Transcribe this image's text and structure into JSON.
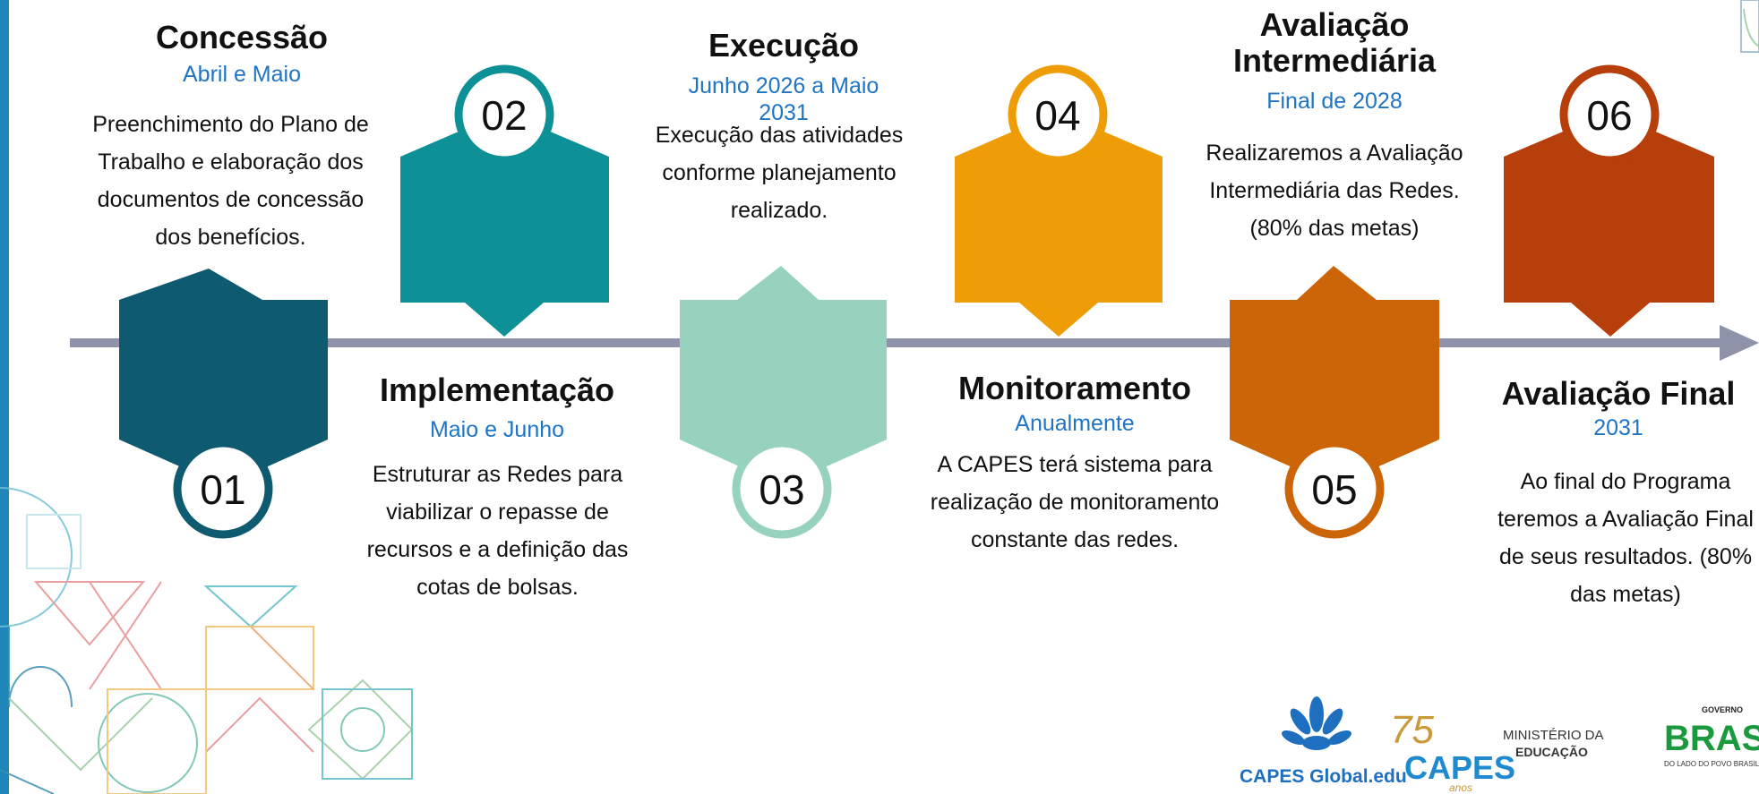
{
  "colors": {
    "axis": "#8f93aa",
    "left_stripe": "#1e86b8",
    "step1": "#0e5a70",
    "step2": "#0d9197",
    "step3": "#96d2bd",
    "step4": "#ee9d06",
    "step5": "#cb6507",
    "step6": "#b73f0b",
    "date_blue": "#1f74c4"
  },
  "steps": [
    {
      "number": "01",
      "title": "Concessão",
      "date": "Abril e Maio",
      "description": "Preenchimento do Plano de Trabalho e elaboração dos documentos de concessão dos benefícios."
    },
    {
      "number": "02",
      "title": "Implementação",
      "date": "Maio e Junho",
      "description": "Estruturar as Redes para viabilizar o repasse de recursos e a definição das cotas de bolsas."
    },
    {
      "number": "03",
      "title": "Execução",
      "date": "Junho 2026 a Maio 2031",
      "description": "Execução das atividades conforme planejamento realizado."
    },
    {
      "number": "04",
      "title": "Monitoramento",
      "date": "Anualmente",
      "description": "A CAPES terá sistema para realização de monitoramento constante das redes."
    },
    {
      "number": "05",
      "title": "Avaliação Intermediária",
      "date": "Final de 2028",
      "description": "Realizaremos a Avaliação Intermediária das Redes. (80% das metas)"
    },
    {
      "number": "06",
      "title": "Avaliação Final",
      "date": "2031",
      "description": "Ao final do Programa teremos a Avaliação Final de seus resultados. (80% das metas)"
    }
  ],
  "logos": {
    "capes_global": "CAPES Global.edu",
    "capes_75_number": "75",
    "capes_75": "CAPES",
    "capes_75_anos": "anos",
    "ministerio_line1": "MINISTÉRIO DA",
    "ministerio_line2": "EDUCAÇÃO",
    "governo": "GOVERNO",
    "brasil": "BRASIL",
    "brasil_tagline": "DO LADO DO POVO BRASILEIRO"
  }
}
